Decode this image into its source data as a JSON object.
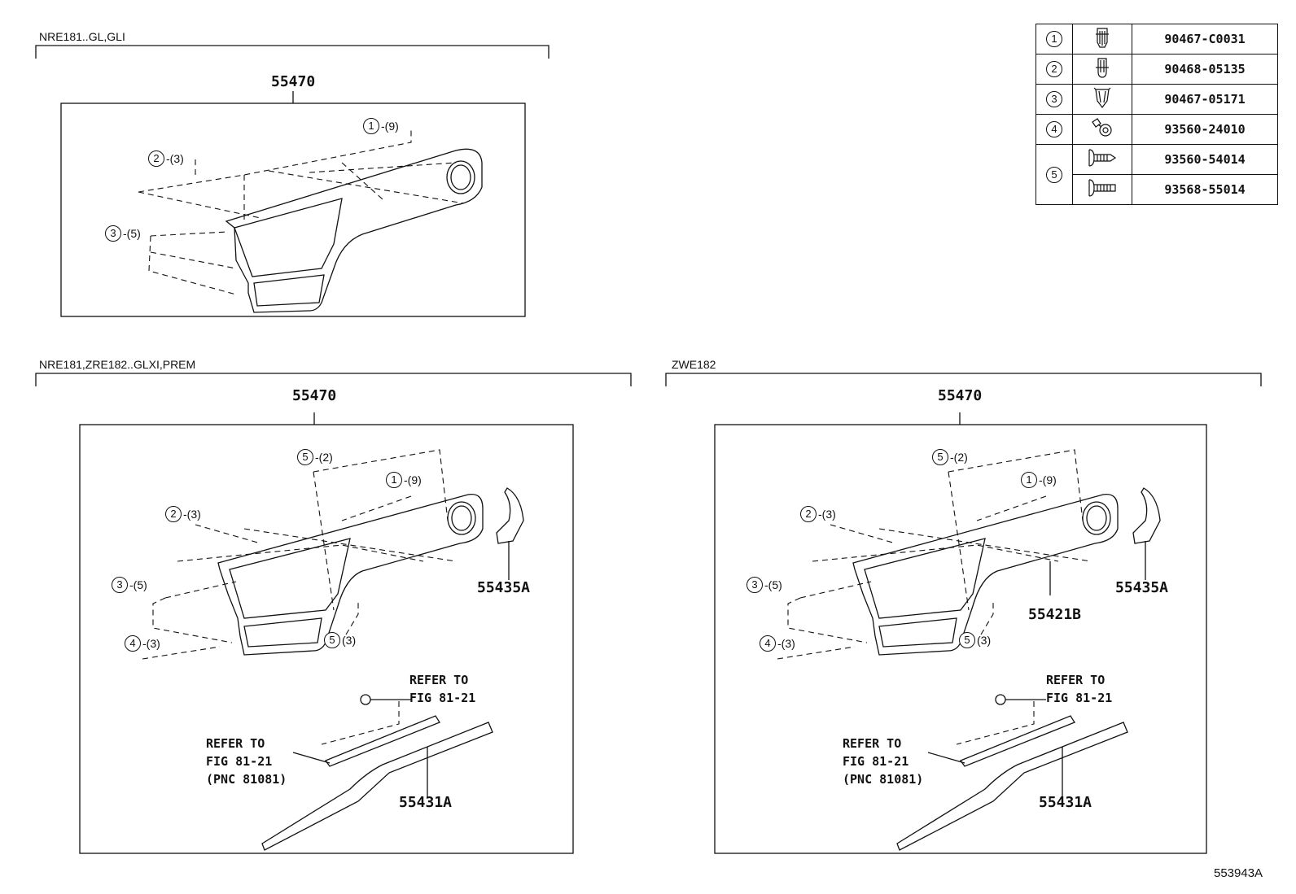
{
  "sections": [
    {
      "model": "NRE181..GL,GLI",
      "part_no": "55470",
      "callouts": [
        {
          "num": "1",
          "qty": "-(9)"
        },
        {
          "num": "2",
          "qty": "-(3)"
        },
        {
          "num": "3",
          "qty": "-(5)"
        }
      ]
    },
    {
      "model": "NRE181,ZRE182..GLXI,PREM",
      "part_no": "55470",
      "callouts": [
        {
          "num": "5",
          "qty": "-(2)"
        },
        {
          "num": "1",
          "qty": "-(9)"
        },
        {
          "num": "2",
          "qty": "-(3)"
        },
        {
          "num": "3",
          "qty": "-(5)"
        },
        {
          "num": "4",
          "qty": "-(3)"
        },
        {
          "num": "5",
          "qty": "(3)"
        }
      ],
      "parts": [
        "55435A",
        "55431A"
      ],
      "refer_upper": "REFER TO\nFIG 81-21",
      "refer_lower": "REFER TO\nFIG 81-21\n(PNC 81081)"
    },
    {
      "model": "ZWE182",
      "part_no": "55470",
      "callouts": [
        {
          "num": "5",
          "qty": "-(2)"
        },
        {
          "num": "1",
          "qty": "-(9)"
        },
        {
          "num": "2",
          "qty": "-(3)"
        },
        {
          "num": "3",
          "qty": "-(5)"
        },
        {
          "num": "4",
          "qty": "-(3)"
        },
        {
          "num": "5",
          "qty": "(3)"
        }
      ],
      "parts": [
        "55435A",
        "55421B",
        "55431A"
      ],
      "refer_upper": "REFER TO\nFIG 81-21",
      "refer_lower": "REFER TO\nFIG 81-21\n(PNC 81081)"
    }
  ],
  "fastener_table": [
    {
      "num": "1",
      "icon": "clip-icon",
      "part_numbers": [
        "90467-C0031"
      ]
    },
    {
      "num": "2",
      "icon": "clip-icon",
      "part_numbers": [
        "90468-05135"
      ]
    },
    {
      "num": "3",
      "icon": "clip-icon",
      "part_numbers": [
        "90467-05171"
      ]
    },
    {
      "num": "4",
      "icon": "screw-grommet-icon",
      "part_numbers": [
        "93560-24010"
      ]
    },
    {
      "num": "5",
      "icon": "screw-icon",
      "part_numbers": [
        "93560-54014",
        "93568-55014"
      ]
    }
  ],
  "illustration_id": "553943A"
}
